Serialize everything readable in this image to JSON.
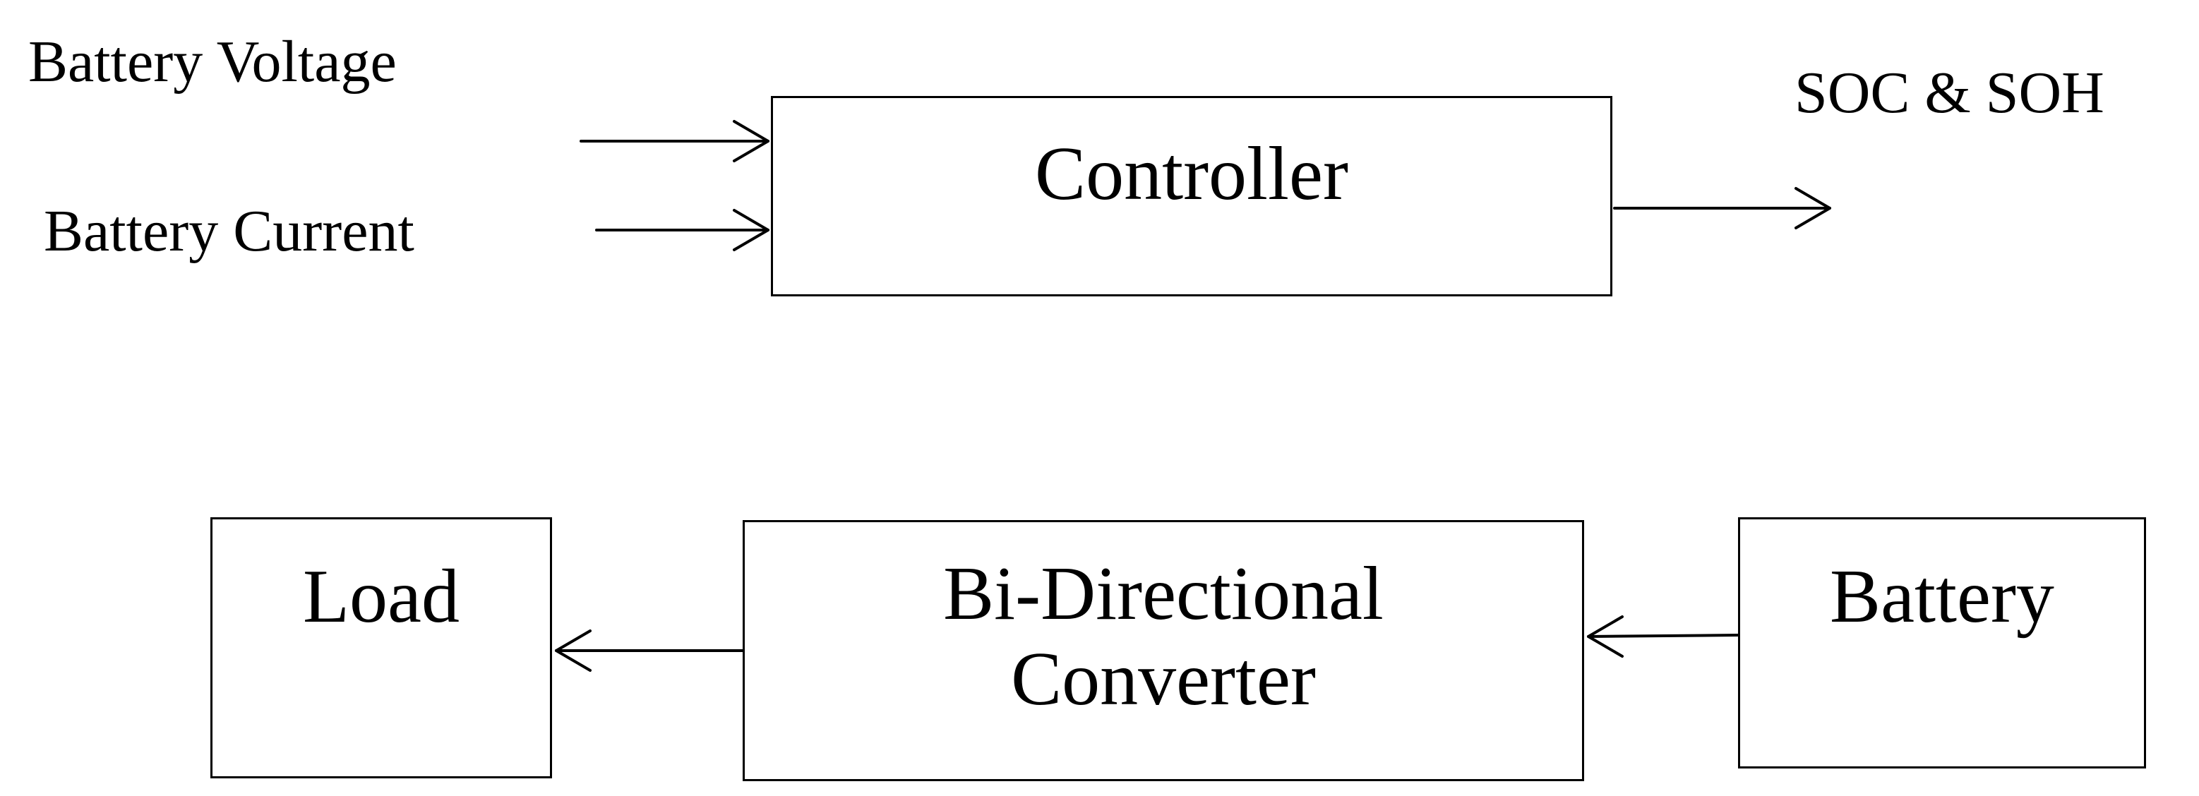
{
  "inputs": {
    "voltage": "Battery Voltage",
    "current": "Battery Current"
  },
  "output": {
    "label": "SOC & SOH"
  },
  "blocks": {
    "controller": "Controller",
    "load": "Load",
    "converter_line1": "Bi-Directional",
    "converter_line2": "Converter",
    "battery": "Battery"
  },
  "colors": {
    "stroke": "#000000",
    "background": "#ffffff"
  }
}
